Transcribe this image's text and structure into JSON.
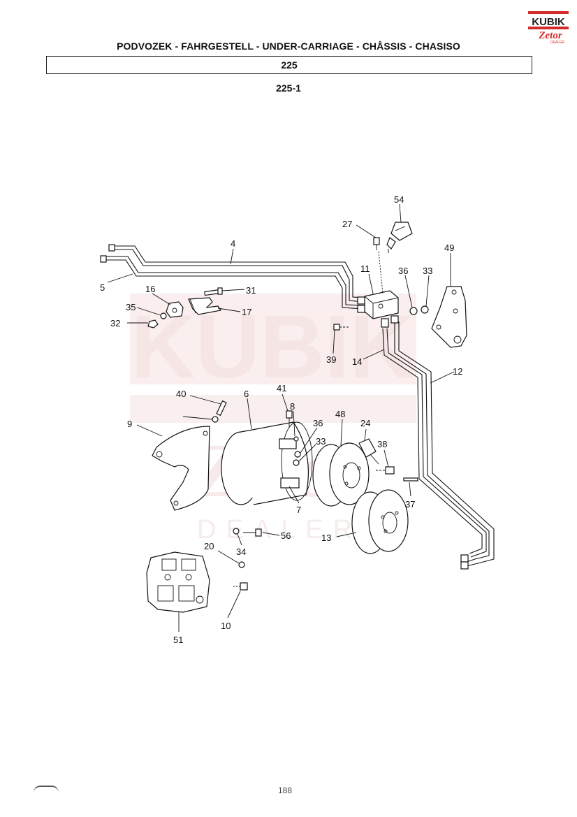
{
  "header": {
    "title": "PODVOZEK - FAHRGESTELL - UNDER-CARRIAGE - CHÅSSIS - CHASISO",
    "group": "225",
    "figure": "225-1"
  },
  "logo": {
    "text_top": "KUBIK",
    "text_bottom": "Zetor",
    "tagline": "DEALER",
    "color": "#d42a2a"
  },
  "watermark": {
    "text": "KUBIK",
    "text2": "Zetor",
    "tagline": "DEALER",
    "color": "#f3d6d6"
  },
  "callouts": [
    "54",
    "27",
    "4",
    "49",
    "5",
    "11",
    "36",
    "33",
    "16",
    "31",
    "35",
    "17",
    "32",
    "39",
    "14",
    "12",
    "40",
    "41",
    "6",
    "8",
    "36",
    "48",
    "24",
    "9",
    "33",
    "38",
    "7",
    "37",
    "56",
    "13",
    "34",
    "20",
    "10",
    "51"
  ],
  "footer": {
    "page": "188"
  }
}
